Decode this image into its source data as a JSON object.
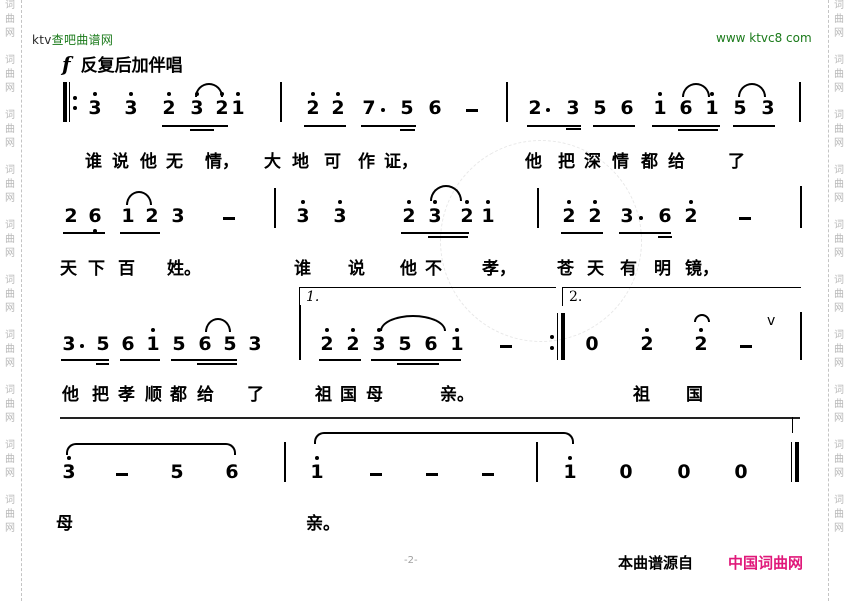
{
  "side_watermark": {
    "chars": [
      "词",
      "曲",
      "网"
    ],
    "repeat": 10,
    "color": "#b8b8b8"
  },
  "header": {
    "brand_left_prefix": "ktv",
    "brand_left": "查吧曲谱网",
    "brand_right": "www ktvc8 com",
    "brand_color": "#1a7a1a"
  },
  "direction": {
    "dynamic": "f",
    "text": "反复后加伴唱"
  },
  "systems": [
    {
      "lyrics": [
        "谁",
        "说",
        "他",
        "无",
        "情，",
        "大",
        "地",
        "可",
        "作",
        "证，",
        "他",
        "把",
        "深",
        "情",
        "都",
        "给",
        "了"
      ],
      "measures": [
        {
          "notes": [
            "3",
            "3",
            "2",
            "3",
            "2",
            "1"
          ]
        },
        {
          "notes": [
            "2",
            "2",
            "7",
            "·",
            "5",
            "6",
            "-"
          ]
        },
        {
          "notes": [
            "2",
            "·",
            "3",
            "5",
            "6",
            "1",
            "6",
            "1",
            "5",
            "3"
          ]
        }
      ]
    },
    {
      "lyrics": [
        "天",
        "下",
        "百",
        "姓。",
        "谁",
        "说",
        "他",
        "不",
        "孝，",
        "苍",
        "天",
        "有",
        "明",
        "镜，"
      ],
      "measures": [
        {
          "notes": [
            "2",
            "6",
            "1",
            "2",
            "3",
            "-"
          ]
        },
        {
          "notes": [
            "3",
            "3",
            "2",
            "3",
            "2",
            "1"
          ]
        },
        {
          "notes": [
            "2",
            "2",
            "3",
            "·",
            "6",
            "2",
            "-"
          ]
        }
      ]
    },
    {
      "lyrics": [
        "他",
        "把",
        "孝",
        "顺",
        "都",
        "给",
        "了",
        "祖",
        "国",
        "母",
        "亲。",
        "祖",
        "国"
      ],
      "volta": [
        "1.",
        "2."
      ],
      "measures": [
        {
          "notes": [
            "3",
            "·",
            "5",
            "6",
            "1",
            "5",
            "6",
            "5",
            "3"
          ]
        },
        {
          "notes": [
            "2",
            "2",
            "3",
            "5",
            "6",
            "1",
            "-"
          ]
        },
        {
          "notes": [
            "0",
            "2",
            "2",
            "-"
          ]
        }
      ],
      "breath_mark": "v"
    },
    {
      "lyrics": [
        "母",
        "亲。"
      ],
      "measures": [
        {
          "notes": [
            "3",
            "-",
            "5",
            "6"
          ]
        },
        {
          "notes": [
            "1",
            "-",
            "-",
            "-"
          ]
        },
        {
          "notes": [
            "1",
            "0",
            "0",
            "0"
          ]
        }
      ]
    }
  ],
  "footer": {
    "page": "-2-",
    "source_label": "本曲谱源自",
    "source_site": "中国词曲网",
    "source_color": "#e0187a"
  }
}
